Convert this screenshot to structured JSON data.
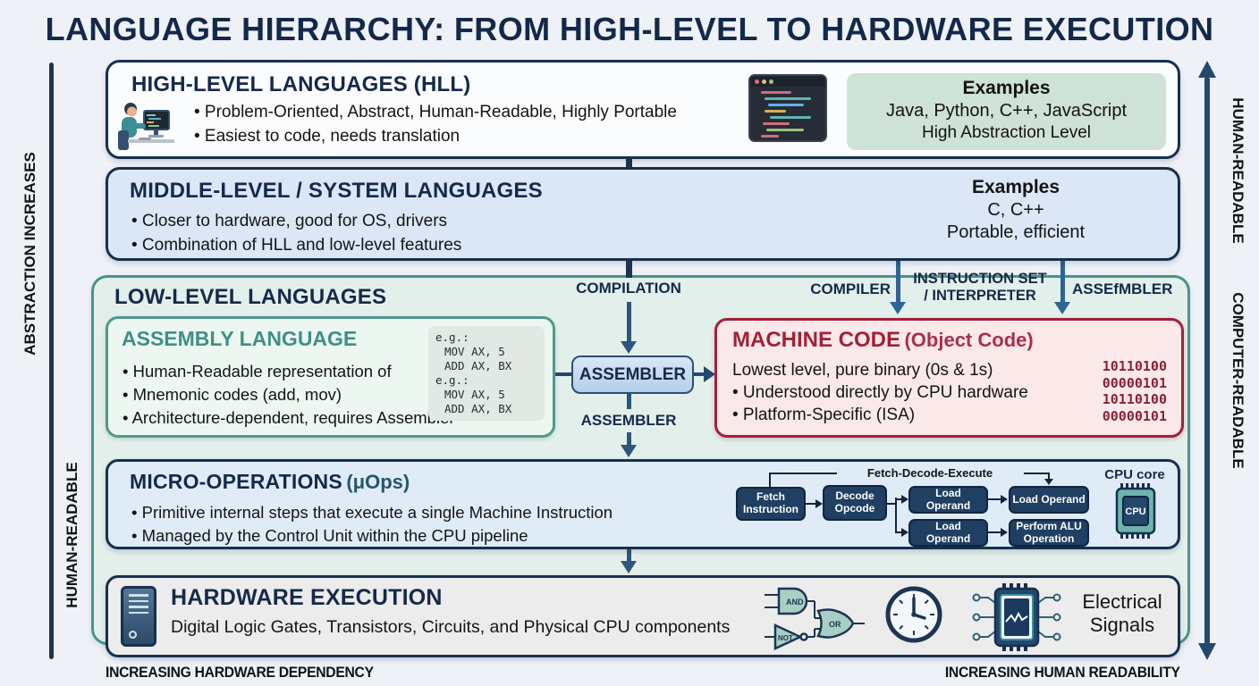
{
  "title": "LANGUAGE HIERARCHY: FROM HIGH-LEVEL TO HARDWARE EXECUTION",
  "axes": {
    "left_top": "ABSTRACTION INCREASES",
    "left_bottom": "HUMAN-READABLE",
    "right_top": "HUMAN-READABLE",
    "right_bottom": "COMPUTER-READABLE",
    "bottom_left": "INCREASING HARDWARE DEPENDENCY",
    "bottom_right": "INCREASING HUMAN READABILITY"
  },
  "hll": {
    "title": "HIGH-LEVEL LANGUAGES (HLL)",
    "bullets": [
      "• Problem-Oriented, Abstract, Human-Readable, Highly Portable",
      "• Easiest to code, needs translation"
    ],
    "examples": {
      "title": "Examples",
      "line1": "Java, Python, C++, JavaScript",
      "line2": "High Abstraction Level"
    }
  },
  "middle": {
    "title": "MIDDLE-LEVEL / SYSTEM LANGUAGES",
    "bullets": [
      "• Closer to hardware, good for OS, drivers",
      "• Combination of HLL and low-level features"
    ],
    "examples": {
      "title": "Examples",
      "line1": "C, C++",
      "line2": "Portable, efficient"
    }
  },
  "flow": {
    "compilation": "COMPILATION",
    "compiler": "COMPILER",
    "isa1": "INSTRUCTION SET",
    "isa2": "/ INTERPRETER",
    "assembler_right": "ASSEfMBLER",
    "assembler_button": "ASSEMBLER",
    "assembler_label": "ASSEMBLER"
  },
  "lowlevel": {
    "title": "LOW-LEVEL LANGUAGES",
    "assembly": {
      "title": "ASSEMBLY LANGUAGE",
      "bullets": [
        "• Human-Readable representation of",
        "• Mnemonic codes (add, mov)",
        "• Architecture-dependent, requires Assembler"
      ],
      "code": [
        "e.g.:",
        "MOV AX, 5",
        "ADD AX, BX",
        "e.g.:",
        "MOV AX, 5",
        "ADD AX, BX"
      ]
    },
    "machine": {
      "title": "MACHINE CODE",
      "suffix": "(Object Code)",
      "line1": "Lowest level, pure binary (0s & 1s)",
      "bullets": [
        "• Understood directly by CPU hardware",
        "• Platform-Specific (ISA)"
      ],
      "binary": [
        "10110100",
        "00000101",
        "10110100",
        "00000101"
      ]
    }
  },
  "micro": {
    "title": "MICRO-OPERATIONS",
    "suffix": "(μOps)",
    "bullets": [
      "• Primitive internal steps that execute a single Machine Instruction",
      "• Managed by the Control Unit within the CPU pipeline"
    ],
    "pipeline_label": "Fetch-Decode-Execute",
    "stages": [
      "Fetch Instruction",
      "Decode Opcode",
      "Load Operand",
      "Load Operand",
      "Load Operand",
      "Perform ALU Operation"
    ],
    "cpu_core": "CPU core",
    "cpu": "CPU"
  },
  "hardware": {
    "title": "HARDWARE EXECUTION",
    "subtitle": "Digital Logic Gates, Transistors, Circuits, and Physical CPU components",
    "gates": {
      "and": "AND",
      "not": "NOT",
      "or": "OR"
    },
    "electrical": [
      "Electrical",
      "Signals"
    ]
  },
  "colors": {
    "navy": "#16304f",
    "steel_arrow": "#2e6496",
    "teal_border": "#48948a",
    "assembly_title": "#3f9086",
    "machine_red": "#a32038",
    "light_blue": "#dbe7f7",
    "mint": "#e3efea",
    "pink": "#fbe9e9",
    "examples_green": "#cfe2d8",
    "hardware_grey": "#ececec"
  }
}
